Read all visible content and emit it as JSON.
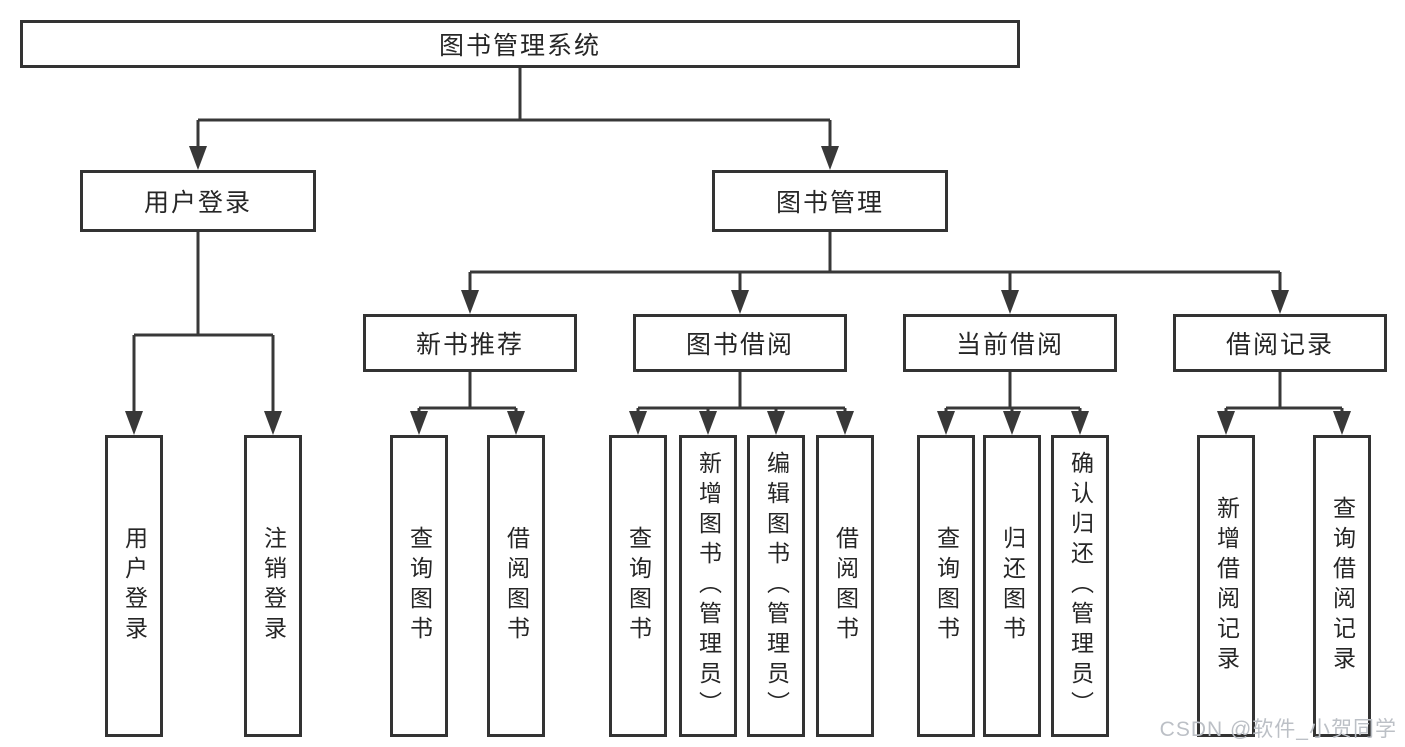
{
  "tree": {
    "label": "图书管理系统",
    "children": [
      {
        "label": "用户登录",
        "children": [
          {
            "label": "用户登录"
          },
          {
            "label": "注销登录"
          }
        ]
      },
      {
        "label": "图书管理",
        "children": [
          {
            "label": "新书推荐",
            "children": [
              {
                "label": "查询图书"
              },
              {
                "label": "借阅图书"
              }
            ]
          },
          {
            "label": "图书借阅",
            "children": [
              {
                "label": "查询图书"
              },
              {
                "label": "新增图书（管理员）"
              },
              {
                "label": "编辑图书（管理员）"
              },
              {
                "label": "借阅图书"
              }
            ]
          },
          {
            "label": "当前借阅",
            "children": [
              {
                "label": "查询图书"
              },
              {
                "label": "归还图书"
              },
              {
                "label": "确认归还（管理员）"
              }
            ]
          },
          {
            "label": "借阅记录",
            "children": [
              {
                "label": "新增借阅记录"
              },
              {
                "label": "查询借阅记录"
              }
            ]
          }
        ]
      }
    ]
  },
  "watermark": "CSDN @软件_小贺同学",
  "colors": {
    "line": "#383838",
    "box_border": "#333333",
    "text": "#262626",
    "watermark": "#bcc0c6",
    "background": "#ffffff"
  }
}
